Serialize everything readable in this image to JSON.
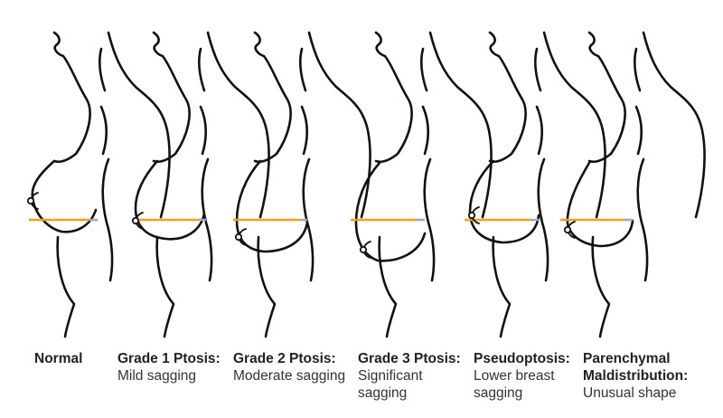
{
  "colors": {
    "outline": "#111111",
    "marker_line": "#f5a017",
    "marker_tip": "#9aa9c9",
    "text": "#222222"
  },
  "stages": [
    {
      "key": "normal",
      "title": "Normal",
      "desc": "",
      "nipple": "above-fold"
    },
    {
      "key": "grade1",
      "title": "Grade 1 Ptosis:",
      "desc": "Mild sagging",
      "nipple": "at-fold"
    },
    {
      "key": "grade2",
      "title": "Grade 2 Ptosis:",
      "desc": "Moderate sagging",
      "nipple": "below-fold"
    },
    {
      "key": "grade3",
      "title": "Grade 3 Ptosis:",
      "desc": "Significant\nsagging",
      "nipple": "lowest-point"
    },
    {
      "key": "pseudo",
      "title": "Pseudoptosis:",
      "desc": "Lower breast\nsagging",
      "nipple": "at-fold"
    },
    {
      "key": "parenchymal",
      "title": "Parenchymal\nMaldistribution:",
      "desc": "Unusual shape",
      "nipple": "at-fold"
    }
  ]
}
